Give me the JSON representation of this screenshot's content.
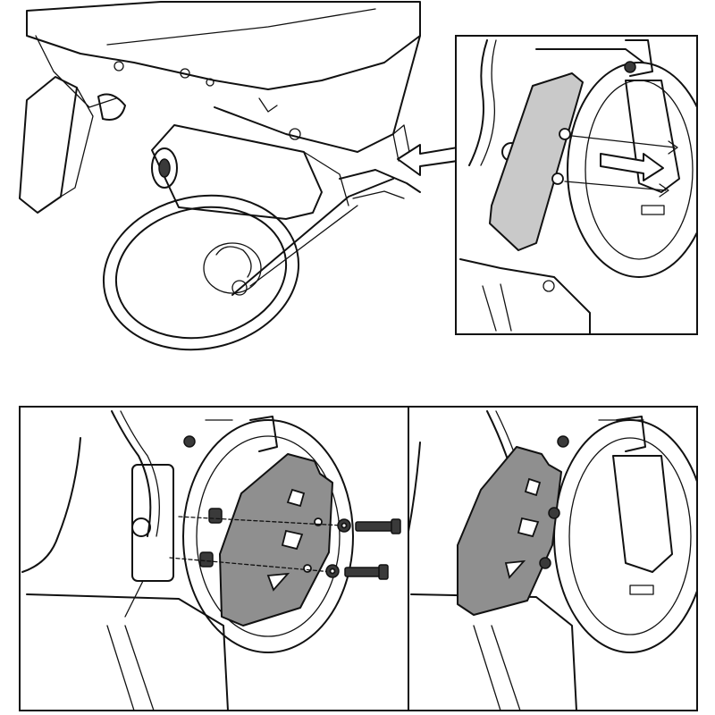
{
  "figure": {
    "panels": [
      "overview",
      "detail-top-right",
      "step-exploded",
      "step-installed"
    ],
    "colors": {
      "line": "#111111",
      "plate_fill": "#8f8f8f",
      "plate_light": "#c9c9c9",
      "background": "#ffffff"
    },
    "parts_icons": [
      "bolt-icon",
      "washer-icon",
      "spacer-icon",
      "guard-plate-icon"
    ]
  }
}
